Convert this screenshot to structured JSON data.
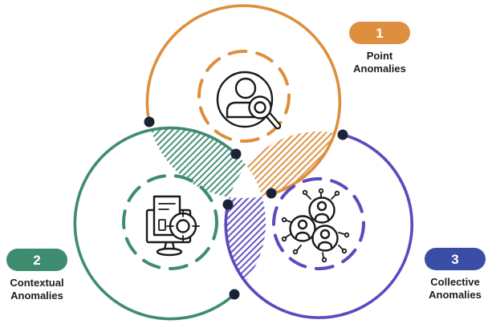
{
  "diagram": {
    "type": "venn",
    "groups": [
      {
        "number": "1",
        "name": "Point Anomalies",
        "label_line1": "Point",
        "label_line2": "Anomalies",
        "icon": "person-search-icon"
      },
      {
        "number": "2",
        "name": "Contextual Anomalies",
        "label_line1": "Contextual",
        "label_line2": "Anomalies",
        "icon": "monitor-target-icon"
      },
      {
        "number": "3",
        "name": "Collective Anomalies",
        "label_line1": "Collective",
        "label_line2": "Anomalies",
        "icon": "people-network-icon"
      }
    ]
  },
  "colors": {
    "orange": "#DE8F3E",
    "green": "#3E8C6F",
    "purple": "#5B4ABF",
    "badge3": "#3A4DA6",
    "dot": "#1B2235",
    "ink": "#1A1A1A",
    "text": "#1D1D1F"
  }
}
